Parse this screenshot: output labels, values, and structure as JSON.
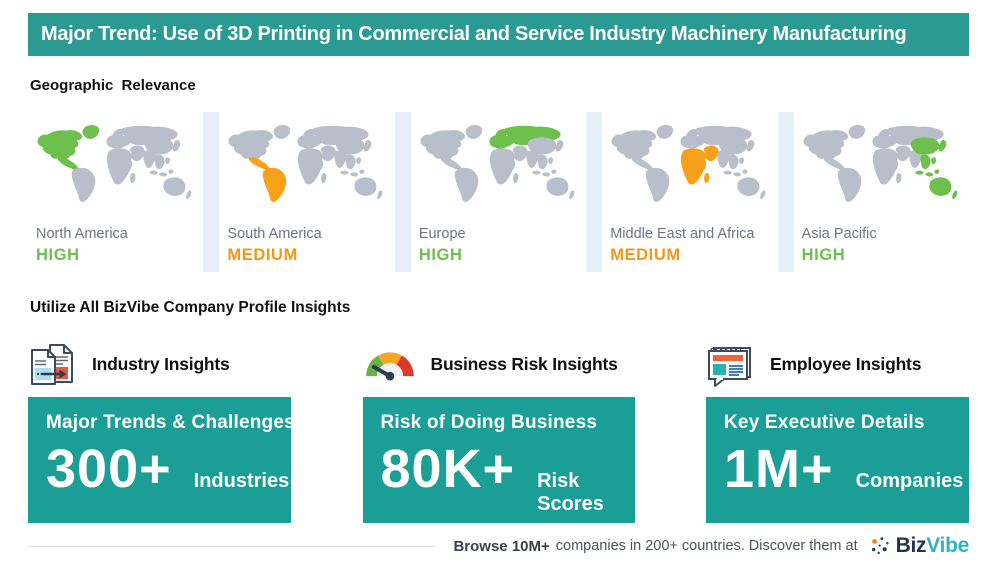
{
  "banner": {
    "title": "Major Trend: Use of 3D Printing in Commercial and Service Industry Machinery Manufacturing"
  },
  "geo": {
    "heading": "Geographic Relevance",
    "regions": [
      {
        "name": "North America",
        "level": "HIGH",
        "level_color": "#6cc04b",
        "map_highlight": "north-america"
      },
      {
        "name": "South America",
        "level": "MEDIUM",
        "level_color": "#f2971b",
        "map_highlight": "south-america"
      },
      {
        "name": "Europe",
        "level": "HIGH",
        "level_color": "#6cc04b",
        "map_highlight": "europe-russia"
      },
      {
        "name": "Middle East and Africa",
        "level": "MEDIUM",
        "level_color": "#f2971b",
        "map_highlight": "middle-east-africa"
      },
      {
        "name": "Asia Pacific",
        "level": "HIGH",
        "level_color": "#6cc04b",
        "map_highlight": "asia-pacific"
      }
    ]
  },
  "insights": {
    "heading": "Utilize All BizVibe Company Profile Insights",
    "cards": [
      {
        "icon": "documents-transfer-icon",
        "title": "Industry Insights",
        "card_line": "Major Trends & Challenges",
        "stat": "300+",
        "stat_label": "Industries"
      },
      {
        "icon": "risk-gauge-icon",
        "title": "Business Risk Insights",
        "card_line": "Risk of Doing Business",
        "stat": "80K+",
        "stat_label": "Risk Scores"
      },
      {
        "icon": "employee-profile-icon",
        "title": "Employee Insights",
        "card_line": "Key Executive Details",
        "stat": "1M+",
        "stat_label": "Companies"
      }
    ]
  },
  "footer": {
    "bold": "Browse 10M+",
    "text": "companies in 200+ countries. Discover them at",
    "logo_biz": "Biz",
    "logo_vibe": "Vibe"
  },
  "colors": {
    "banner_teal": "#2a9a92",
    "card_teal": "#1a9e96",
    "map_gray": "#b8bfca",
    "high_green": "#6cc04b",
    "medium_orange": "#f2971b",
    "divider_blue": "#e8eef8",
    "logo_navy": "#1d3454",
    "logo_teal": "#2fb2c6"
  }
}
